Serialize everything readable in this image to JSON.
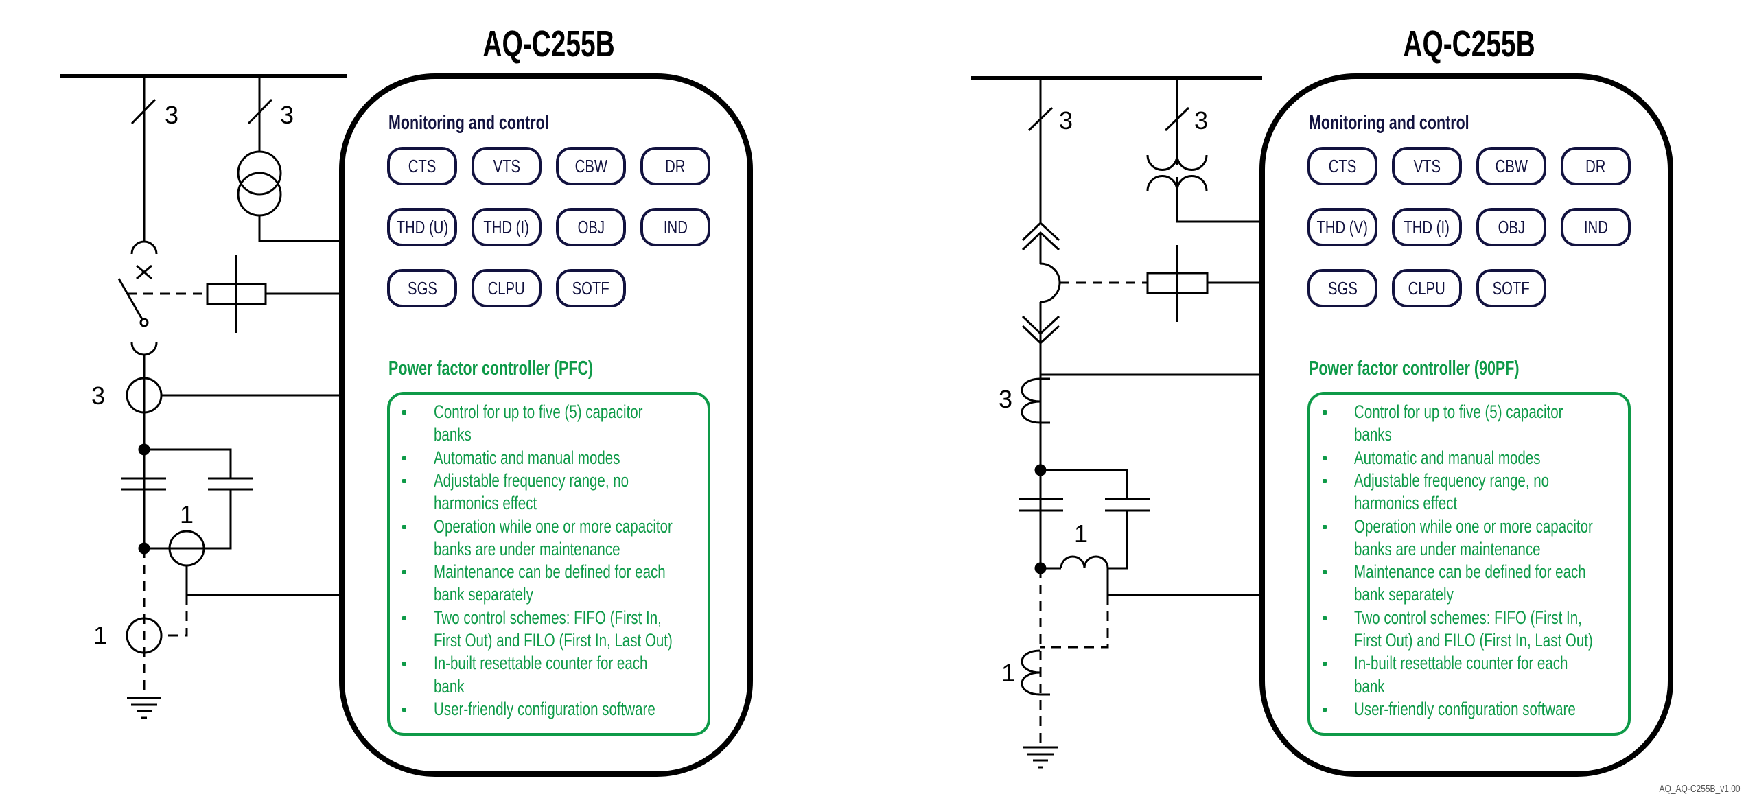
{
  "colors": {
    "navy": "#12123f",
    "green": "#0e9a48",
    "frame": "#000000"
  },
  "panels": [
    {
      "title": "AQ-C255B",
      "monitoring_heading": "Monitoring and control",
      "buttons": [
        "CTS",
        "VTS",
        "CBW",
        "DR",
        "THD (U)",
        "THD (I)",
        "OBJ",
        "IND",
        "SGS",
        "CLPU",
        "SOTF"
      ],
      "pfc_heading": "Power factor controller (PFC)",
      "features": [
        {
          "lines": [
            "Control for up to five (5) capacitor",
            "banks"
          ]
        },
        {
          "lines": [
            "Automatic and manual modes"
          ]
        },
        {
          "lines": [
            "Adjustable frequency range, no",
            "harmonics effect"
          ]
        },
        {
          "lines": [
            "Operation while one or more capacitor",
            "banks are under maintenance"
          ]
        },
        {
          "lines": [
            "Maintenance can be defined for each",
            "bank separately"
          ]
        },
        {
          "lines": [
            "Two control schemes: FIFO (First In,",
            "First Out) and FILO (First In, Last Out)"
          ]
        },
        {
          "lines": [
            "In-built resettable counter for each",
            "bank"
          ]
        },
        {
          "lines": [
            "User-friendly configuration software"
          ]
        }
      ]
    },
    {
      "title": "AQ-C255B",
      "monitoring_heading": "Monitoring and control",
      "buttons": [
        "CTS",
        "VTS",
        "CBW",
        "DR",
        "THD (V)",
        "THD (I)",
        "OBJ",
        "IND",
        "SGS",
        "CLPU",
        "SOTF"
      ],
      "pfc_heading": "Power factor controller (90PF)",
      "features": [
        {
          "lines": [
            "Control for up to five (5) capacitor",
            "banks"
          ]
        },
        {
          "lines": [
            "Automatic and manual modes"
          ]
        },
        {
          "lines": [
            "Adjustable frequency range, no",
            "harmonics effect"
          ]
        },
        {
          "lines": [
            "Operation while one or more capacitor",
            "banks are under maintenance"
          ]
        },
        {
          "lines": [
            "Maintenance can be defined for each",
            "bank separately"
          ]
        },
        {
          "lines": [
            "Two control schemes: FIFO (First In,",
            "First Out) and FILO (First In, Last Out)"
          ]
        },
        {
          "lines": [
            "In-built resettable counter for each",
            "bank"
          ]
        },
        {
          "lines": [
            "User-friendly configuration software"
          ]
        }
      ]
    }
  ],
  "schematic_left": {
    "feeder_phases": "3",
    "vt_phases": "3",
    "ct_phases": "3",
    "unbalance_ct": "1",
    "neutral_ct": "1"
  },
  "schematic_right": {
    "feeder_phases": "3",
    "vt_phases": "3",
    "ct_phases": "3",
    "unbalance_ct": "1",
    "neutral_ct": "1"
  },
  "footer": "AQ_AQ-C255B_v1.00"
}
